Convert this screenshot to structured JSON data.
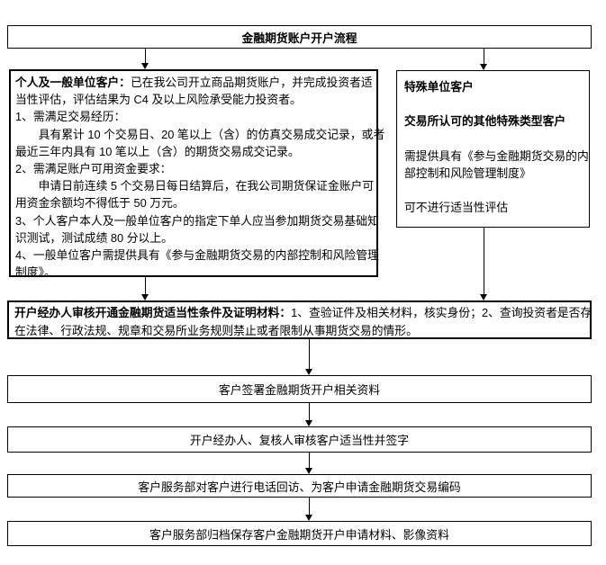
{
  "title": "金融期货账户开户流程",
  "left_box": {
    "lines": [
      {
        "bold": "个人及一般单位客户：",
        "text": "已在我公司开立商品期货账户，并完成投资者适"
      },
      {
        "bold": "",
        "text": "当性评估，评估结果为 C4 及以上风险承受能力投资者。"
      },
      {
        "bold": "",
        "text": "1、需满足交易经历："
      },
      {
        "bold": "",
        "text": "　　具有累计 10 个交易日、20 笔以上（含）的仿真交易成交记录，或者"
      },
      {
        "bold": "",
        "text": "最近三年内具有 10 笔以上（含）的期货交易成交记录。"
      },
      {
        "bold": "",
        "text": "2、需满足账户可用资金要求："
      },
      {
        "bold": "",
        "text": "　　申请日前连续 5 个交易日每日结算后，在我公司期货保证金账户可"
      },
      {
        "bold": "",
        "text": "用资金余额均不得低于 50 万元。"
      },
      {
        "bold": "",
        "text": "3、个人客户本人及一般单位客户的指定下单人应当参加期货交易基础知"
      },
      {
        "bold": "",
        "text": "识测试，测试成绩 80 分以上。"
      },
      {
        "bold": "",
        "text": "4、一般单位客户需提供具有《参与金融期货交易的内部控制和风险管理"
      },
      {
        "bold": "",
        "text": "制度》。"
      }
    ]
  },
  "right_box": {
    "lines": [
      {
        "bold": "特殊单位客户",
        "text": ""
      },
      {
        "bold": "",
        "text": ""
      },
      {
        "bold": "交易所认可的其他特殊类型客户",
        "text": ""
      },
      {
        "bold": "",
        "text": ""
      },
      {
        "bold": "",
        "text": "需提供具有《参与金融期货交易的内"
      },
      {
        "bold": "",
        "text": "部控制和风险管理制度》"
      },
      {
        "bold": "",
        "text": ""
      },
      {
        "bold": "",
        "text": "可不进行适当性评估"
      }
    ]
  },
  "review_box": {
    "lines": [
      {
        "bold": "开户经办人审核开通金融期货适当性条件及证明材料：",
        "text": "1、查验证件及相关材料，核实身份；2、查询投资者是否存"
      },
      {
        "bold": "",
        "text": "在法律、行政法规、规章和交易所业务规则禁止或者限制从事期货交易的情形。"
      }
    ]
  },
  "steps": {
    "sign": "客户签署金融期货开户相关资料",
    "review_sign": "开户经办人、复核人审核客户适当性并签字",
    "callback": "客户服务部对客户进行电话回访、为客户申请金融期货交易编码",
    "archive": "客户服务部归档保存客户金融期货开户申请材料、影像资料"
  },
  "colors": {
    "border": "#000000",
    "background": "#ffffff",
    "text": "#000000"
  }
}
